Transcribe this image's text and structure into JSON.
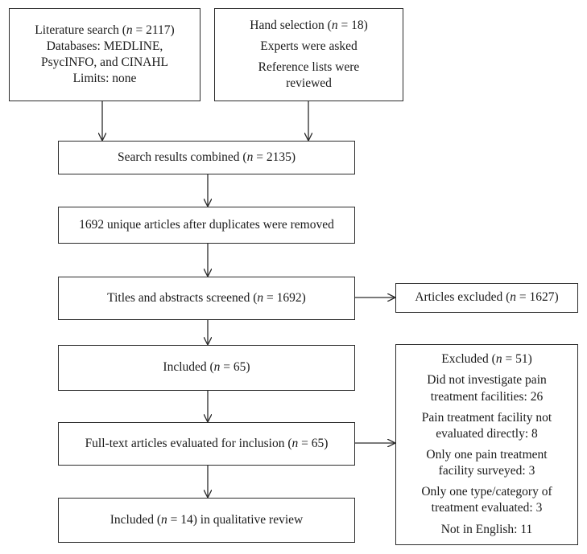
{
  "boxes": {
    "literature_search": {
      "lines": [
        "Literature search (n = 2117)",
        "Databases: MEDLINE,",
        "PsycINFO, and CINAHL",
        "Limits: none"
      ]
    },
    "hand_selection": {
      "lines": [
        "Hand selection (n = 18)",
        "Experts were asked",
        "Reference lists were",
        "reviewed"
      ]
    },
    "combined": {
      "lines": [
        "Search results combined (n = 2135)"
      ]
    },
    "unique": {
      "lines": [
        "1692 unique articles after duplicates were removed"
      ]
    },
    "screened": {
      "lines": [
        "Titles and abstracts screened (n = 1692)"
      ]
    },
    "excluded_1": {
      "lines": [
        "Articles excluded (n = 1627)"
      ]
    },
    "included_1": {
      "lines": [
        "Included (n = 65)"
      ]
    },
    "fulltext": {
      "lines": [
        "Full-text articles evaluated for inclusion (n = 65)"
      ]
    },
    "included_2": {
      "lines": [
        "Included (n = 14) in qualitative review"
      ]
    },
    "excluded_2": {
      "lines": [
        "Excluded (n = 51)",
        "Did not investigate pain",
        "treatment facilities: 26",
        "Pain treatment facility not",
        "evaluated directly: 8",
        "Only one pain treatment",
        "facility surveyed: 3",
        "Only one type/category of",
        "treatment evaluated: 3",
        "Not in English: 11"
      ]
    }
  }
}
